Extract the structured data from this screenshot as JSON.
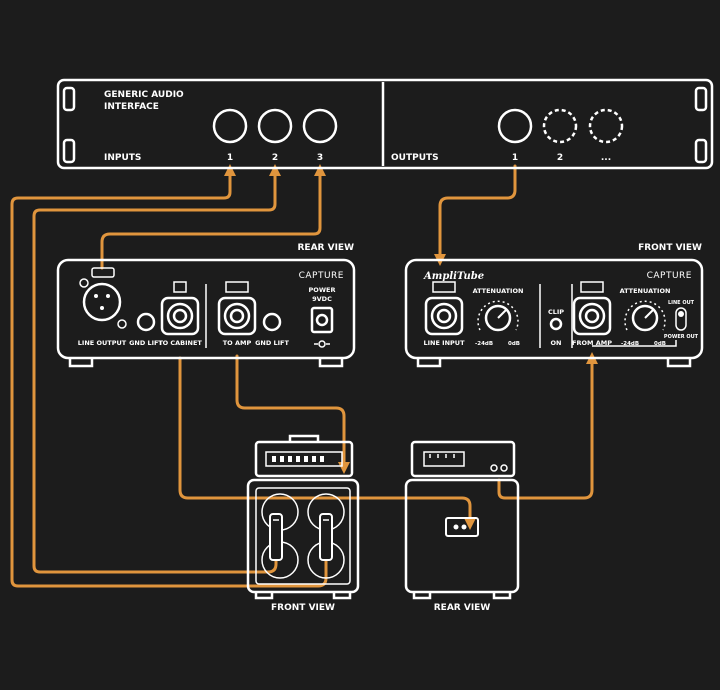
{
  "colors": {
    "background": "#1c1c1c",
    "outline": "#ffffff",
    "cable": "#e0953d",
    "cable_dark": "#9a5d1f"
  },
  "interface": {
    "title_line1": "GENERIC AUDIO",
    "title_line2": "INTERFACE",
    "inputs_label": "INPUTS",
    "outputs_label": "OUTPUTS",
    "input_numbers": [
      "1",
      "2",
      "3"
    ],
    "output_numbers": [
      "1",
      "2",
      "..."
    ]
  },
  "rear_unit": {
    "view_label": "REAR VIEW",
    "brand": "CAPTURE",
    "line_output": "LINE OUTPUT",
    "gnd_lift_1": "GND LIFT",
    "to_cabinet": "TO CABINET",
    "to_amp": "TO AMP",
    "gnd_lift_2": "GND LIFT",
    "power_line1": "POWER",
    "power_line2": "9VDC"
  },
  "front_unit": {
    "view_label": "FRONT VIEW",
    "brand": "CAPTURE",
    "logo": "AmpliTube",
    "line_input": "LINE INPUT",
    "attenuation_1": "ATTENUATION",
    "att1_min": "-24dB",
    "att1_max": "0dB",
    "clip": "CLIP",
    "on": "ON",
    "from_amp": "FROM AMP",
    "attenuation_2": "ATTENUATION",
    "att2_min": "-24dB",
    "att2_max": "0dB",
    "line_out": "LINE OUT",
    "power_out": "POWER OUT"
  },
  "cabinet": {
    "view_label": "FRONT VIEW"
  },
  "amp_rear": {
    "view_label": "REAR VIEW"
  }
}
